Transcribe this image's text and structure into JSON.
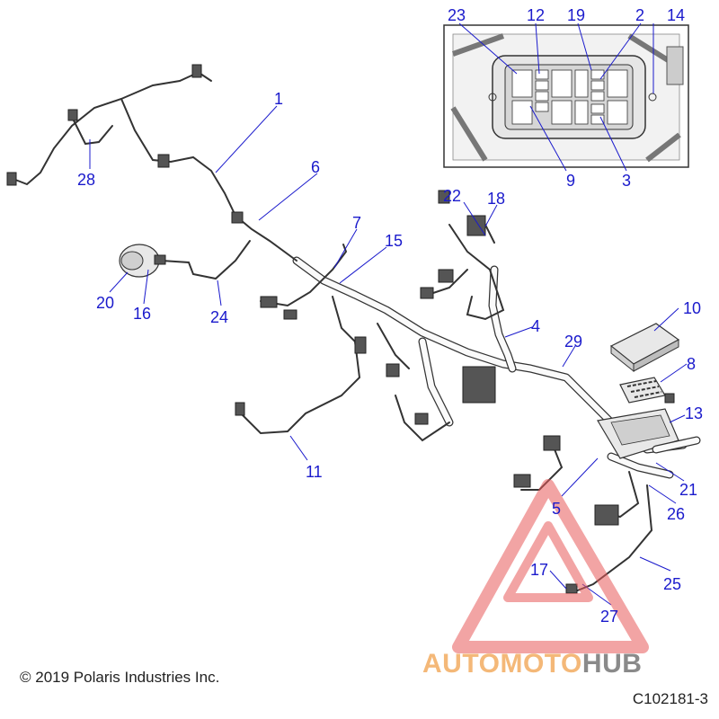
{
  "callouts": [
    {
      "id": "23",
      "label": "23"
    },
    {
      "id": "12",
      "label": "12"
    },
    {
      "id": "19",
      "label": "19"
    },
    {
      "id": "2",
      "label": "2"
    },
    {
      "id": "14",
      "label": "14"
    },
    {
      "id": "9",
      "label": "9"
    },
    {
      "id": "3",
      "label": "3"
    },
    {
      "id": "1",
      "label": "1"
    },
    {
      "id": "28",
      "label": "28"
    },
    {
      "id": "6",
      "label": "6"
    },
    {
      "id": "22",
      "label": "22"
    },
    {
      "id": "18",
      "label": "18"
    },
    {
      "id": "7",
      "label": "7"
    },
    {
      "id": "15",
      "label": "15"
    },
    {
      "id": "20",
      "label": "20"
    },
    {
      "id": "16",
      "label": "16"
    },
    {
      "id": "24",
      "label": "24"
    },
    {
      "id": "10",
      "label": "10"
    },
    {
      "id": "4",
      "label": "4"
    },
    {
      "id": "29",
      "label": "29"
    },
    {
      "id": "8",
      "label": "8"
    },
    {
      "id": "13",
      "label": "13"
    },
    {
      "id": "11",
      "label": "11"
    },
    {
      "id": "21",
      "label": "21"
    },
    {
      "id": "5",
      "label": "5"
    },
    {
      "id": "26",
      "label": "26"
    },
    {
      "id": "25",
      "label": "25"
    },
    {
      "id": "17",
      "label": "17"
    },
    {
      "id": "27",
      "label": "27"
    }
  ],
  "copyright": "© 2019 Polaris Industries Inc.",
  "figure_id": "C102181-3",
  "watermark": {
    "part1": "AUTO",
    "part2": "MOTO",
    "part3": "HUB"
  },
  "colors": {
    "callout": "#1a1acc",
    "watermark_triangle": "#e85a5a",
    "watermark_text_orange": "#f4b878",
    "watermark_text_gray": "#8a8a8a"
  }
}
